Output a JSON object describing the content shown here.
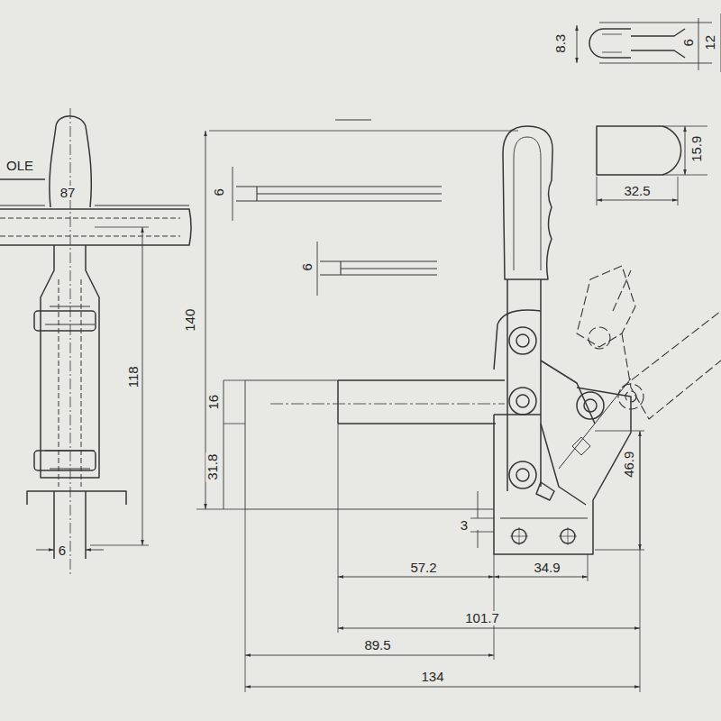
{
  "diagram": {
    "labels": [
      "OLE",
      "87",
      "6",
      "118",
      "6",
      "140",
      "16",
      "31.8",
      "6",
      "8.3",
      "6",
      "12",
      "15.9",
      "32.5",
      "3",
      "46.9",
      "57.2",
      "34.9",
      "101.7",
      "89.5",
      "134"
    ]
  }
}
